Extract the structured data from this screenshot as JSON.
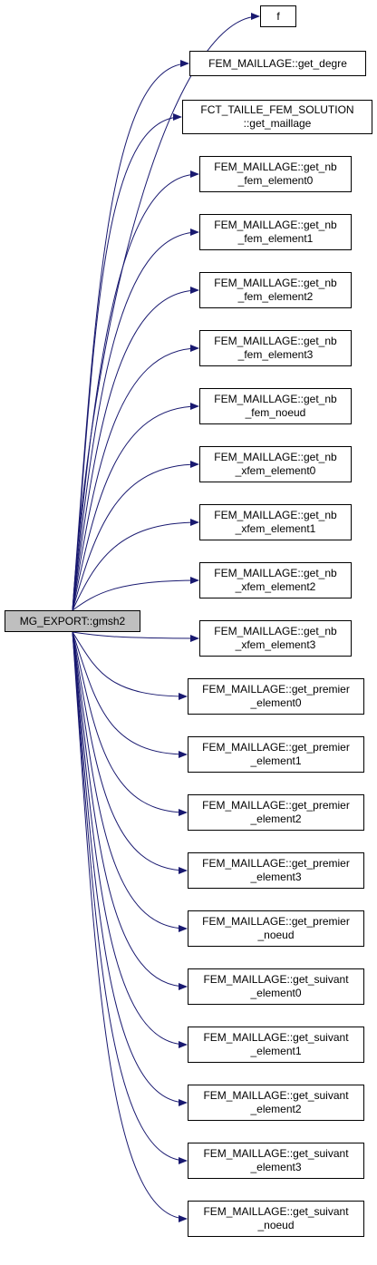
{
  "graph": {
    "edge_color": "#191970",
    "root": {
      "label": "MG_EXPORT::gmsh2"
    },
    "targets": [
      {
        "lines": [
          "f"
        ]
      },
      {
        "lines": [
          "FEM_MAILLAGE::get_degre"
        ]
      },
      {
        "lines": [
          "FCT_TAILLE_FEM_SOLUTION",
          "::get_maillage"
        ]
      },
      {
        "lines": [
          "FEM_MAILLAGE::get_nb",
          "_fem_element0"
        ]
      },
      {
        "lines": [
          "FEM_MAILLAGE::get_nb",
          "_fem_element1"
        ]
      },
      {
        "lines": [
          "FEM_MAILLAGE::get_nb",
          "_fem_element2"
        ]
      },
      {
        "lines": [
          "FEM_MAILLAGE::get_nb",
          "_fem_element3"
        ]
      },
      {
        "lines": [
          "FEM_MAILLAGE::get_nb",
          "_fem_noeud"
        ]
      },
      {
        "lines": [
          "FEM_MAILLAGE::get_nb",
          "_xfem_element0"
        ]
      },
      {
        "lines": [
          "FEM_MAILLAGE::get_nb",
          "_xfem_element1"
        ]
      },
      {
        "lines": [
          "FEM_MAILLAGE::get_nb",
          "_xfem_element2"
        ]
      },
      {
        "lines": [
          "FEM_MAILLAGE::get_nb",
          "_xfem_element3"
        ]
      },
      {
        "lines": [
          "FEM_MAILLAGE::get_premier",
          "_element0"
        ]
      },
      {
        "lines": [
          "FEM_MAILLAGE::get_premier",
          "_element1"
        ]
      },
      {
        "lines": [
          "FEM_MAILLAGE::get_premier",
          "_element2"
        ]
      },
      {
        "lines": [
          "FEM_MAILLAGE::get_premier",
          "_element3"
        ]
      },
      {
        "lines": [
          "FEM_MAILLAGE::get_premier",
          "_noeud"
        ]
      },
      {
        "lines": [
          "FEM_MAILLAGE::get_suivant",
          "_element0"
        ]
      },
      {
        "lines": [
          "FEM_MAILLAGE::get_suivant",
          "_element1"
        ]
      },
      {
        "lines": [
          "FEM_MAILLAGE::get_suivant",
          "_element2"
        ]
      },
      {
        "lines": [
          "FEM_MAILLAGE::get_suivant",
          "_element3"
        ]
      },
      {
        "lines": [
          "FEM_MAILLAGE::get_suivant",
          "_noeud"
        ]
      }
    ]
  }
}
